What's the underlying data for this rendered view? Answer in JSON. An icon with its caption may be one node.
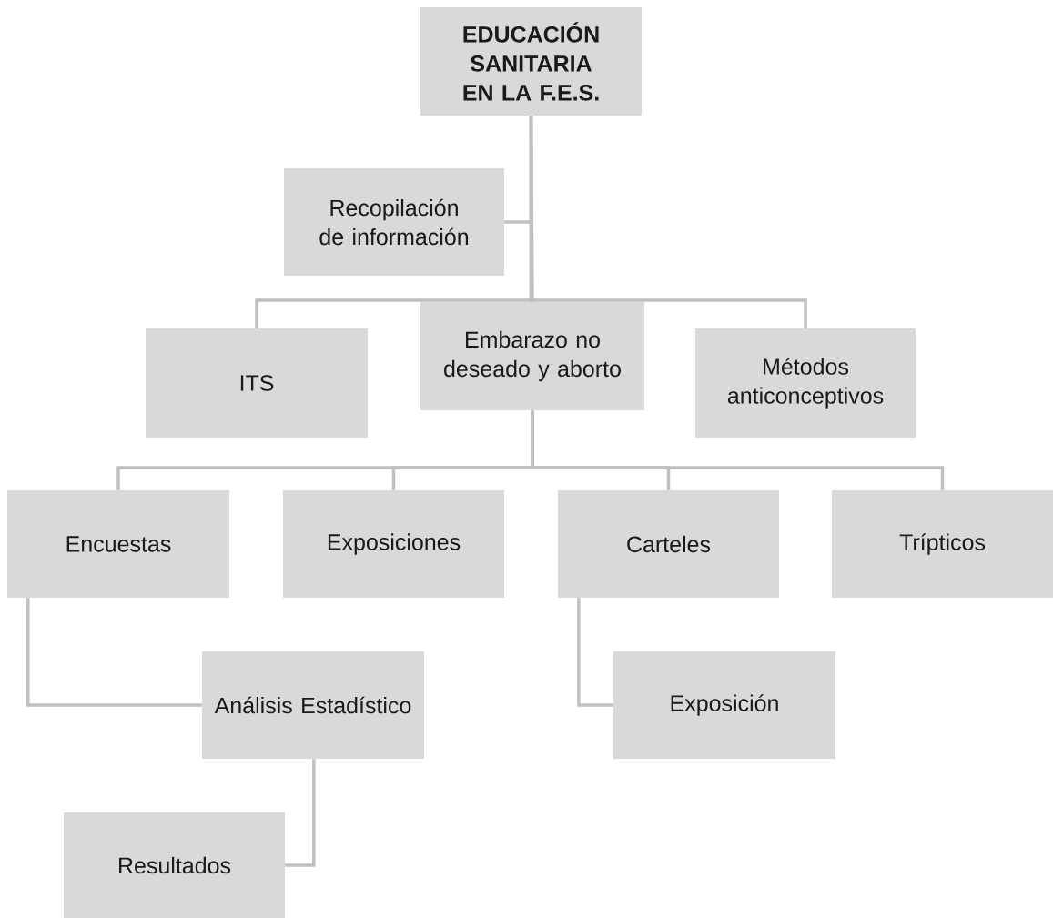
{
  "diagram": {
    "nodes": [
      {
        "text": [
          "EDUCACIÓN SANITARIA EN LA F.E.S."
        ]
      },
      {
        "text": [
          "Recopilación de información"
        ]
      },
      {
        "text": [
          "ITS"
        ]
      },
      {
        "text": [
          "Embarazo no deseado y aborto"
        ]
      },
      {
        "text": [
          "Métodos anticonceptivos"
        ]
      },
      {
        "text": [
          "Encuestas"
        ]
      },
      {
        "text": [
          "Exposiciones"
        ]
      },
      {
        "text": [
          "Carteles"
        ]
      },
      {
        "text": [
          "Trípticos"
        ]
      },
      {
        "text": [
          "Análisis Estadístico"
        ]
      },
      {
        "text": [
          "Exposición"
        ]
      },
      {
        "text": [
          "Resultados"
        ]
      }
    ],
    "edges": [
      {
        "from": 0,
        "to": 1,
        "arrow": "none"
      },
      {
        "from": 0,
        "to": 2,
        "arrow": "none"
      },
      {
        "from": 0,
        "to": 3,
        "arrow": "none"
      },
      {
        "from": 0,
        "to": 4,
        "arrow": "none"
      },
      {
        "from": 3,
        "to": 5,
        "arrow": "none"
      },
      {
        "from": 3,
        "to": 6,
        "arrow": "none"
      },
      {
        "from": 3,
        "to": 7,
        "arrow": "none"
      },
      {
        "from": 3,
        "to": 8,
        "arrow": "none"
      },
      {
        "from": 5,
        "to": 9,
        "arrow": "none"
      },
      {
        "from": 7,
        "to": 10,
        "arrow": "none"
      },
      {
        "from": 9,
        "to": 11,
        "arrow": "none"
      }
    ]
  }
}
